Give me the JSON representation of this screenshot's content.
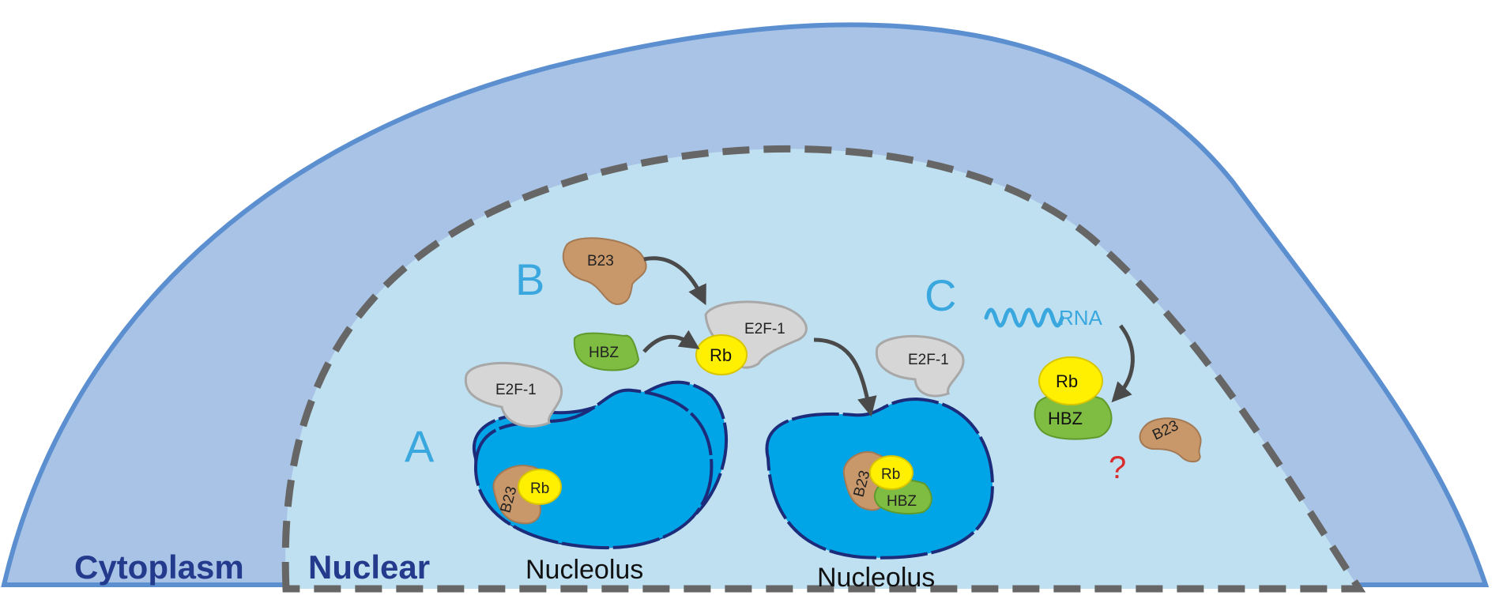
{
  "labels": {
    "A": "A",
    "B": "B",
    "C": "C",
    "cytoplasm": "Cytoplasm",
    "nuclear": "Nuclear",
    "nucleolus_a": "Nucleolus",
    "nucleolus_b": "Nucleolus",
    "b23": "B23",
    "e2f1": "E2F-1",
    "rb": "Rb",
    "hbz": "HBZ",
    "rna": "RNA",
    "question": "?"
  },
  "colors": {
    "cytoplasm_fill": "#a9c3e6",
    "cell_membrane": "#5b8fd0",
    "nucleus_fill": "#bfe0f0",
    "nuclear_envelope": "#666666",
    "nucleolus_fill": "#00a5e8",
    "nucleolus_border": "#1c2c7a",
    "b23": "#c8976a",
    "e2f1": "#d6d6d6",
    "rb": "#ffef00",
    "hbz": "#7fbc42",
    "rna": "#3aa8de",
    "arrow": "#4a4a4a",
    "letter": "#3aa8de",
    "region_text": "#243a8c",
    "question": "#d92c2c"
  }
}
